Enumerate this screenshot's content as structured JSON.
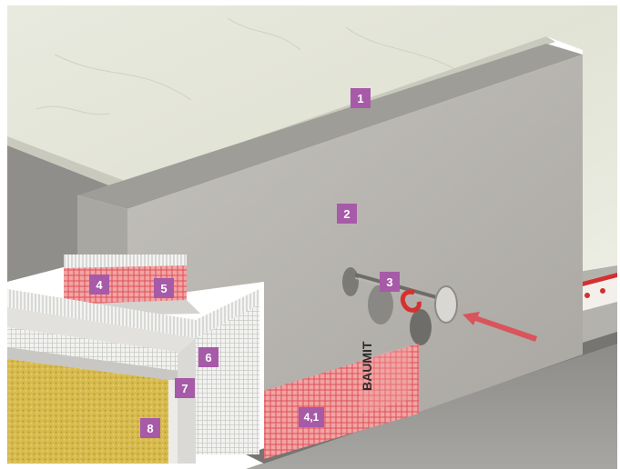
{
  "callouts": [
    {
      "id": "1",
      "label": "1"
    },
    {
      "id": "2",
      "label": "2"
    },
    {
      "id": "3",
      "label": "3"
    },
    {
      "id": "4",
      "label": "4"
    },
    {
      "id": "5",
      "label": "5"
    },
    {
      "id": "6",
      "label": "6"
    },
    {
      "id": "7",
      "label": "7"
    },
    {
      "id": "8",
      "label": "8"
    },
    {
      "id": "4_1",
      "label": "4,1"
    }
  ],
  "mesh_logo": "BAUMIT",
  "colors": {
    "callout": "#a65aa8",
    "mesh_red": "#e8606a",
    "arrow": "#d9545c",
    "render_yellow": "#d6b84c",
    "insulation_board": "#b9b6b1",
    "marble": "#e6e7da"
  }
}
